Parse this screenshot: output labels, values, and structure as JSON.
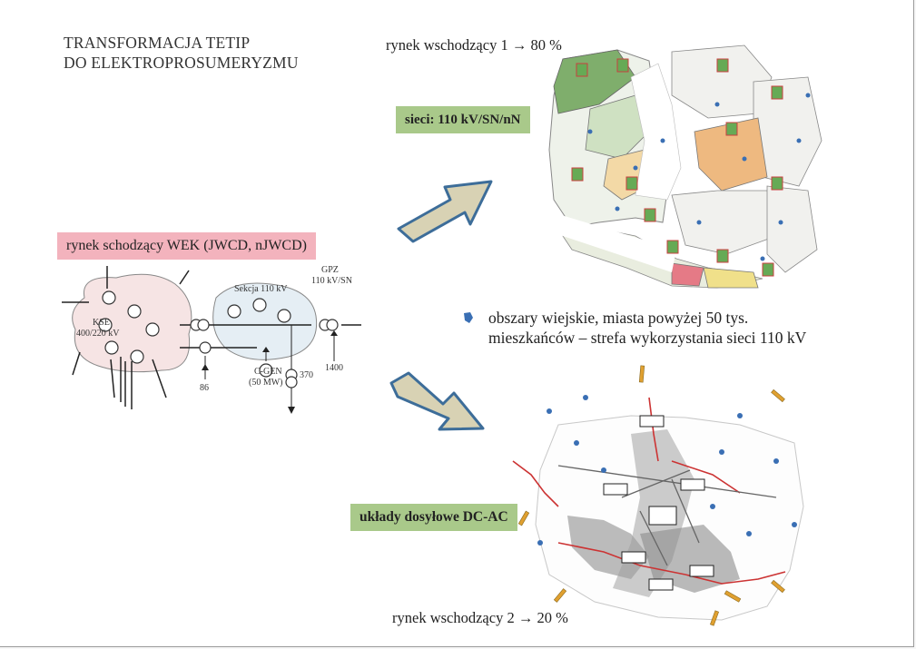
{
  "title": {
    "line1": "TRANSFORMACJA TETIP",
    "line2": "DO ELEKTROPROSUMERYZMU"
  },
  "market_emerging_1": "rynek wschodzący 1 → 80 %",
  "market_emerging_2": "rynek wschodzący 2 → 20 %",
  "network_label": "sieci: 110 kV/SN/nN",
  "declining_market": "rynek schodzący WEK (JWCD, nJWCD)",
  "rural_note": {
    "line1": "obszary wiejskie, miasta powyżej 50 tys.",
    "line2": "mieszkańców – strefa wykorzystania sieci 110 kV"
  },
  "dcac_label": "układy dosyłowe DC-AC",
  "diagram": {
    "kse_label": "KSE",
    "kse_voltage": "400/220 kV",
    "section_label": "Sekcja 110 kV",
    "gpz_label": "GPZ",
    "gpz_voltage": "110 kV/SN",
    "cgen_label": "C-GEN",
    "cgen_power": "(50 MW)",
    "value_86": "86",
    "value_370": "370",
    "value_1400": "1400"
  },
  "colors": {
    "green_label": "#a9c98a",
    "pink_label": "#f3b3bd",
    "arrow_fill": "#d8d2b4",
    "arrow_stroke": "#3d6d99"
  }
}
